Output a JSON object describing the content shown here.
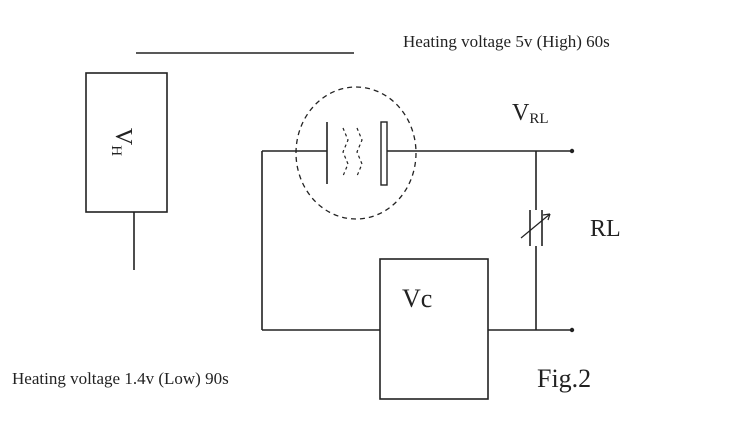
{
  "annotations": {
    "heating_high": "Heating voltage 5v (High) 60s",
    "heating_low": "Heating voltage 1.4v (Low) 90s",
    "figure_label": "Fig.2"
  },
  "components": {
    "heater_source": {
      "symbol": "V",
      "subscript": "H"
    },
    "controller": {
      "label": "Vc"
    },
    "output_voltage": {
      "symbol": "V",
      "subscript": "RL"
    },
    "load_resistor": {
      "label": "RL"
    }
  },
  "colors": {
    "ink": "#222222",
    "background": "#ffffff"
  }
}
